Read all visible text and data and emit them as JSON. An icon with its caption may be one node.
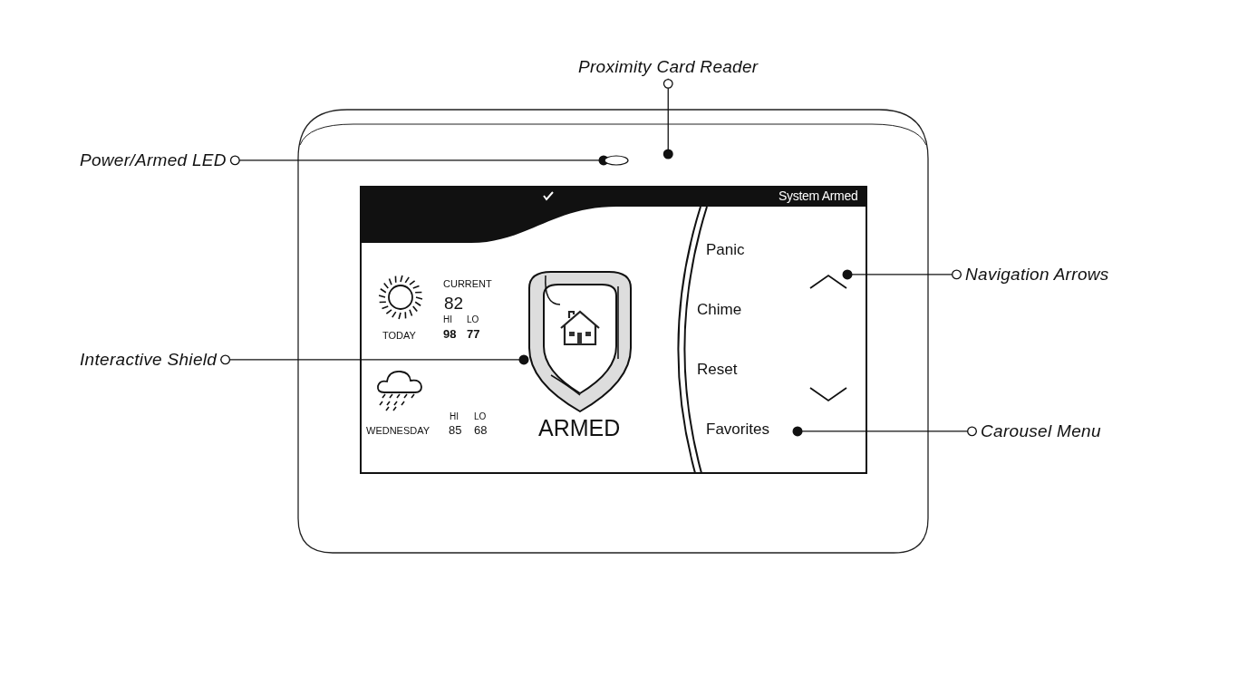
{
  "diagram": {
    "nodes": [
      {
        "text": [
          "Proximity Card Reader"
        ]
      },
      {
        "text": [
          "Power/Armed LED"
        ]
      },
      {
        "text": [],
        "shape": "circle"
      },
      {
        "text": [
          "Navigation Arrows"
        ]
      },
      {
        "text": [
          "Interactive Shield"
        ]
      },
      {
        "text": [
          "Carousel Menu"
        ]
      },
      {
        "text": [],
        "shape": "picture"
      },
      {
        "text": [
          "Panic",
          "Chime",
          "Reset",
          "Favorites"
        ]
      },
      {
        "text": [],
        "shape": "picture"
      }
    ],
    "edges": [
      {
        "from": 0,
        "to": null,
        "arrow": "other"
      },
      {
        "from": 1,
        "to": 2,
        "arrow": "other"
      },
      {
        "from": 3,
        "to": 8,
        "arrow": "other"
      },
      {
        "from": 4,
        "to": 6,
        "arrow": "other"
      },
      {
        "from": 5,
        "to": 7,
        "arrow": "other"
      }
    ],
    "labels": [
      "System Armed",
      "CURRENT",
      "82",
      "HI",
      "LO",
      "TODAY",
      "98",
      "77",
      "HI",
      "LO",
      "WEDNESDAY",
      "85",
      "68",
      "ARMED"
    ]
  }
}
